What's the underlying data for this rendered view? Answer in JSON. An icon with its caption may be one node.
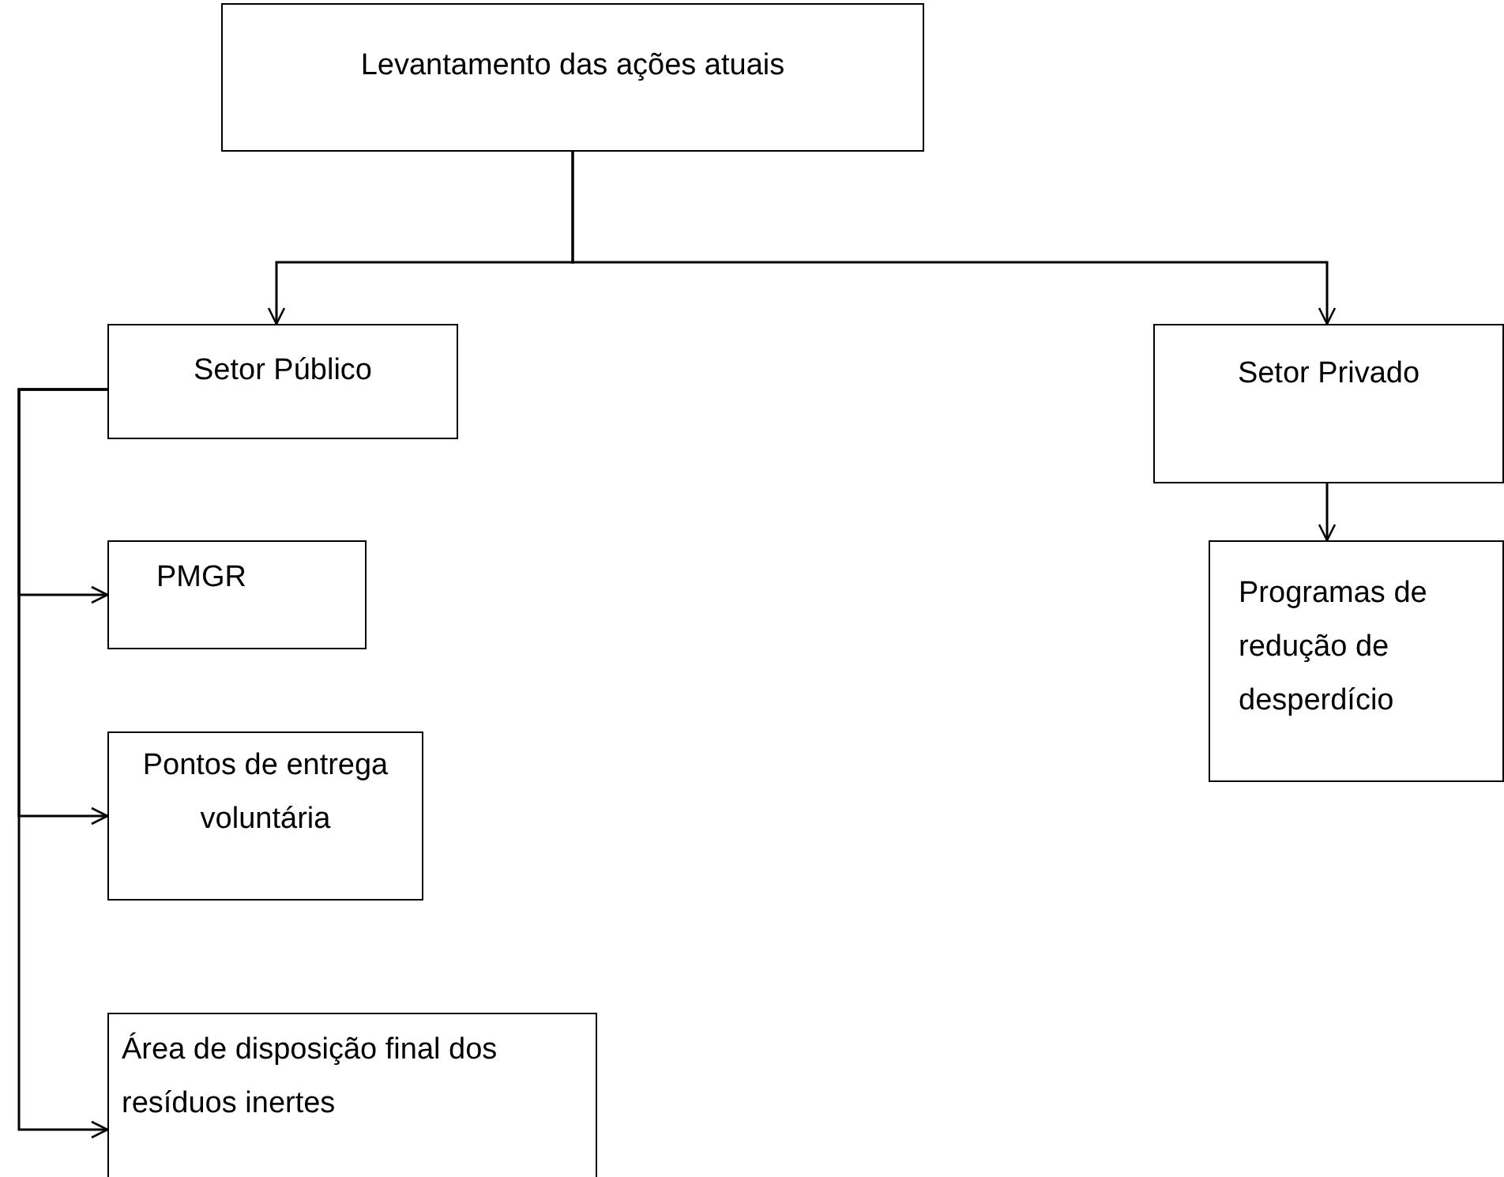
{
  "diagram": {
    "nodes": [
      {
        "text": [
          "Levantamento das ações atuais"
        ]
      },
      {
        "text": [
          "Setor Público"
        ]
      },
      {
        "text": [
          "Setor Privado"
        ]
      },
      {
        "text": [
          "PMGR"
        ]
      },
      {
        "text": [
          "Pontos de entrega voluntária"
        ]
      },
      {
        "text": [
          "Área de disposição final dos resíduos inertes"
        ]
      },
      {
        "text": [
          "Programas de redução de desperdício"
        ]
      }
    ],
    "edges": [
      {
        "from": 0,
        "to": 1,
        "arrow": "to"
      },
      {
        "from": 0,
        "to": 2,
        "arrow": "to"
      },
      {
        "from": 1,
        "to": 3,
        "arrow": "to"
      },
      {
        "from": 1,
        "to": 4,
        "arrow": "to"
      },
      {
        "from": 1,
        "to": 5,
        "arrow": "to"
      },
      {
        "from": 2,
        "to": 6,
        "arrow": "to"
      }
    ]
  }
}
